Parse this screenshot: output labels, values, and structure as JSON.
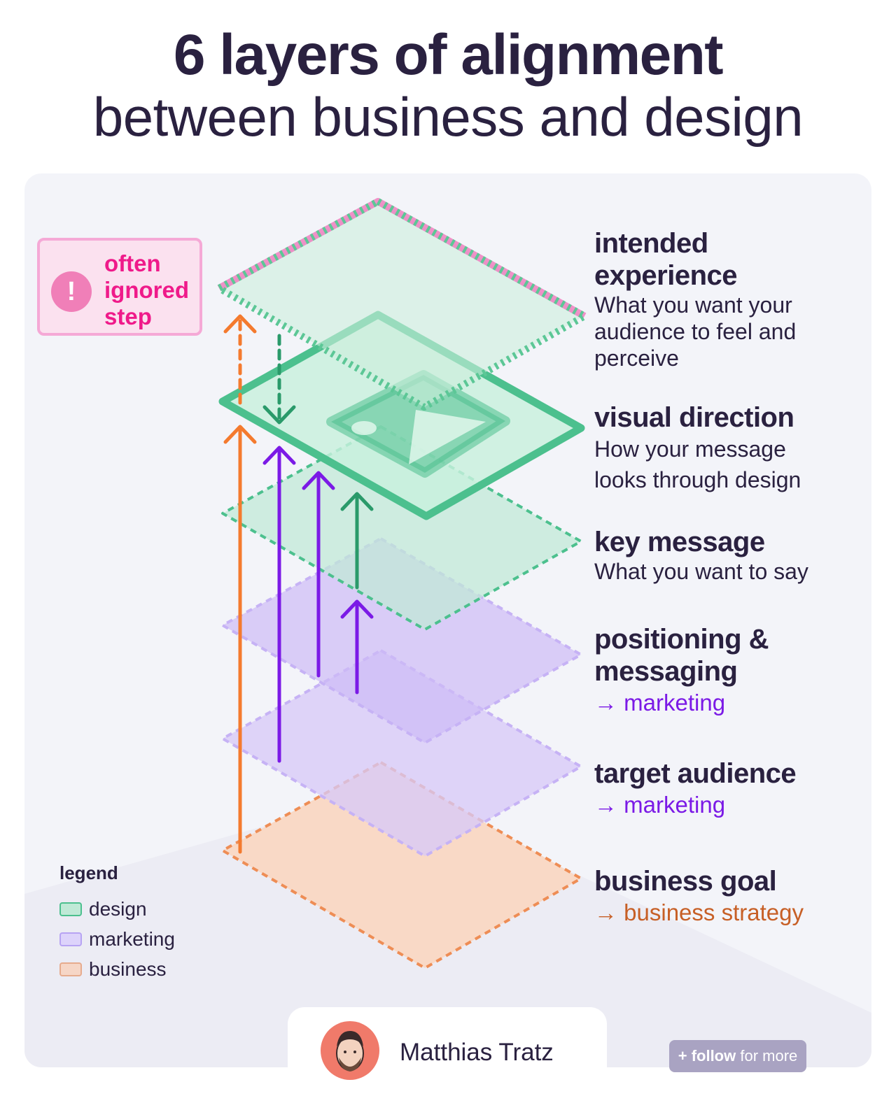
{
  "title": {
    "bold": "6 layers of alignment",
    "light": "between business and design"
  },
  "note": {
    "icon": "exclamation-icon",
    "lines": [
      "often",
      "ignored",
      "step"
    ]
  },
  "layers": [
    {
      "id": "intended-experience",
      "title_lines": [
        "intended",
        "experience"
      ],
      "desc_lines": [
        "What you want your",
        "audience to feel and",
        "perceive"
      ],
      "category": "design"
    },
    {
      "id": "visual-direction",
      "title_lines": [
        "visual direction"
      ],
      "desc_lines": [
        "How your message",
        "looks through design"
      ],
      "category": "design"
    },
    {
      "id": "key-message",
      "title_lines": [
        "key message"
      ],
      "desc_lines": [
        "What you want to say"
      ],
      "category": "design"
    },
    {
      "id": "positioning-messaging",
      "title_lines": [
        "positioning &",
        "messaging"
      ],
      "tag": "→ marketing",
      "category": "marketing"
    },
    {
      "id": "target-audience",
      "title_lines": [
        "target audience"
      ],
      "tag": "→ marketing",
      "category": "marketing"
    },
    {
      "id": "business-goal",
      "title_lines": [
        "business goal"
      ],
      "tag": "→ business strategy",
      "category": "business"
    }
  ],
  "legend": {
    "title": "legend",
    "items": [
      {
        "label": "design",
        "fill": "#bfe9d6",
        "stroke": "#4cc08e"
      },
      {
        "label": "marketing",
        "fill": "#ddd3fb",
        "stroke": "#b7a3f3"
      },
      {
        "label": "business",
        "fill": "#f6d6c6",
        "stroke": "#e6ab8d"
      }
    ]
  },
  "colors": {
    "design": "#4cc08e",
    "marketing": "#7b1ae6",
    "business": "#f47a2e",
    "highlight": "#ef1a8a"
  },
  "author": {
    "name": "Matthias Tratz"
  },
  "follow": {
    "bold": "+ follow",
    "rest": " for more"
  }
}
